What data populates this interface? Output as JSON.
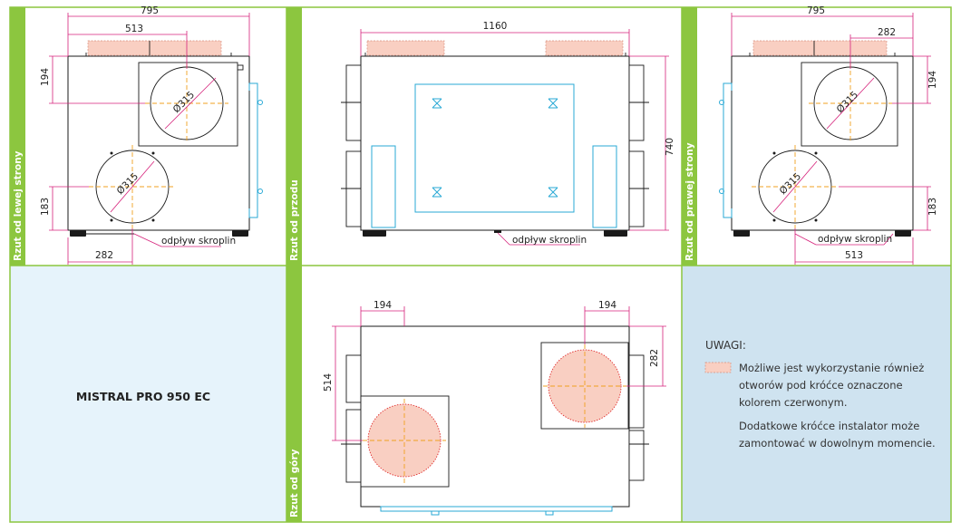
{
  "panels": {
    "left": {
      "label": "Rzut od lewej strony"
    },
    "front": {
      "label": "Rzut od przodu"
    },
    "right": {
      "label": "Rzut od prawej strony"
    },
    "top": {
      "label": "Rzut od góry"
    }
  },
  "dims": {
    "left_width": "795",
    "left_513": "513",
    "left_194": "194",
    "left_183": "183",
    "left_282": "282",
    "left_d_top": "Ø315",
    "left_d_bottom": "Ø315",
    "front_width": "1160",
    "front_height": "740",
    "right_width": "795",
    "right_282": "282",
    "right_194": "194",
    "right_183": "183",
    "right_513": "513",
    "right_d_top": "Ø315",
    "right_d_bottom": "Ø315",
    "top_194_left": "194",
    "top_194_right": "194",
    "top_514": "514",
    "top_282": "282"
  },
  "condensate_label": "odpływ skroplin",
  "model_name": "MISTRAL PRO 950 EC",
  "notes": {
    "title": "UWAGI:",
    "line1a": "Możliwe jest wykorzystanie również",
    "line1b": "otworów pod króćce oznaczone",
    "line1c": "kolorem czerwonym.",
    "line2a": "Dodatkowe króćce instalator może",
    "line2b": "zamontować w dowolnym momencie."
  },
  "colors": {
    "frame": "#8cc63f",
    "dimension": "#d6227b",
    "accent_panel": "#e6f3fb",
    "notes_panel": "#cfe3f0",
    "duct_fill": "#f9cfc2"
  }
}
